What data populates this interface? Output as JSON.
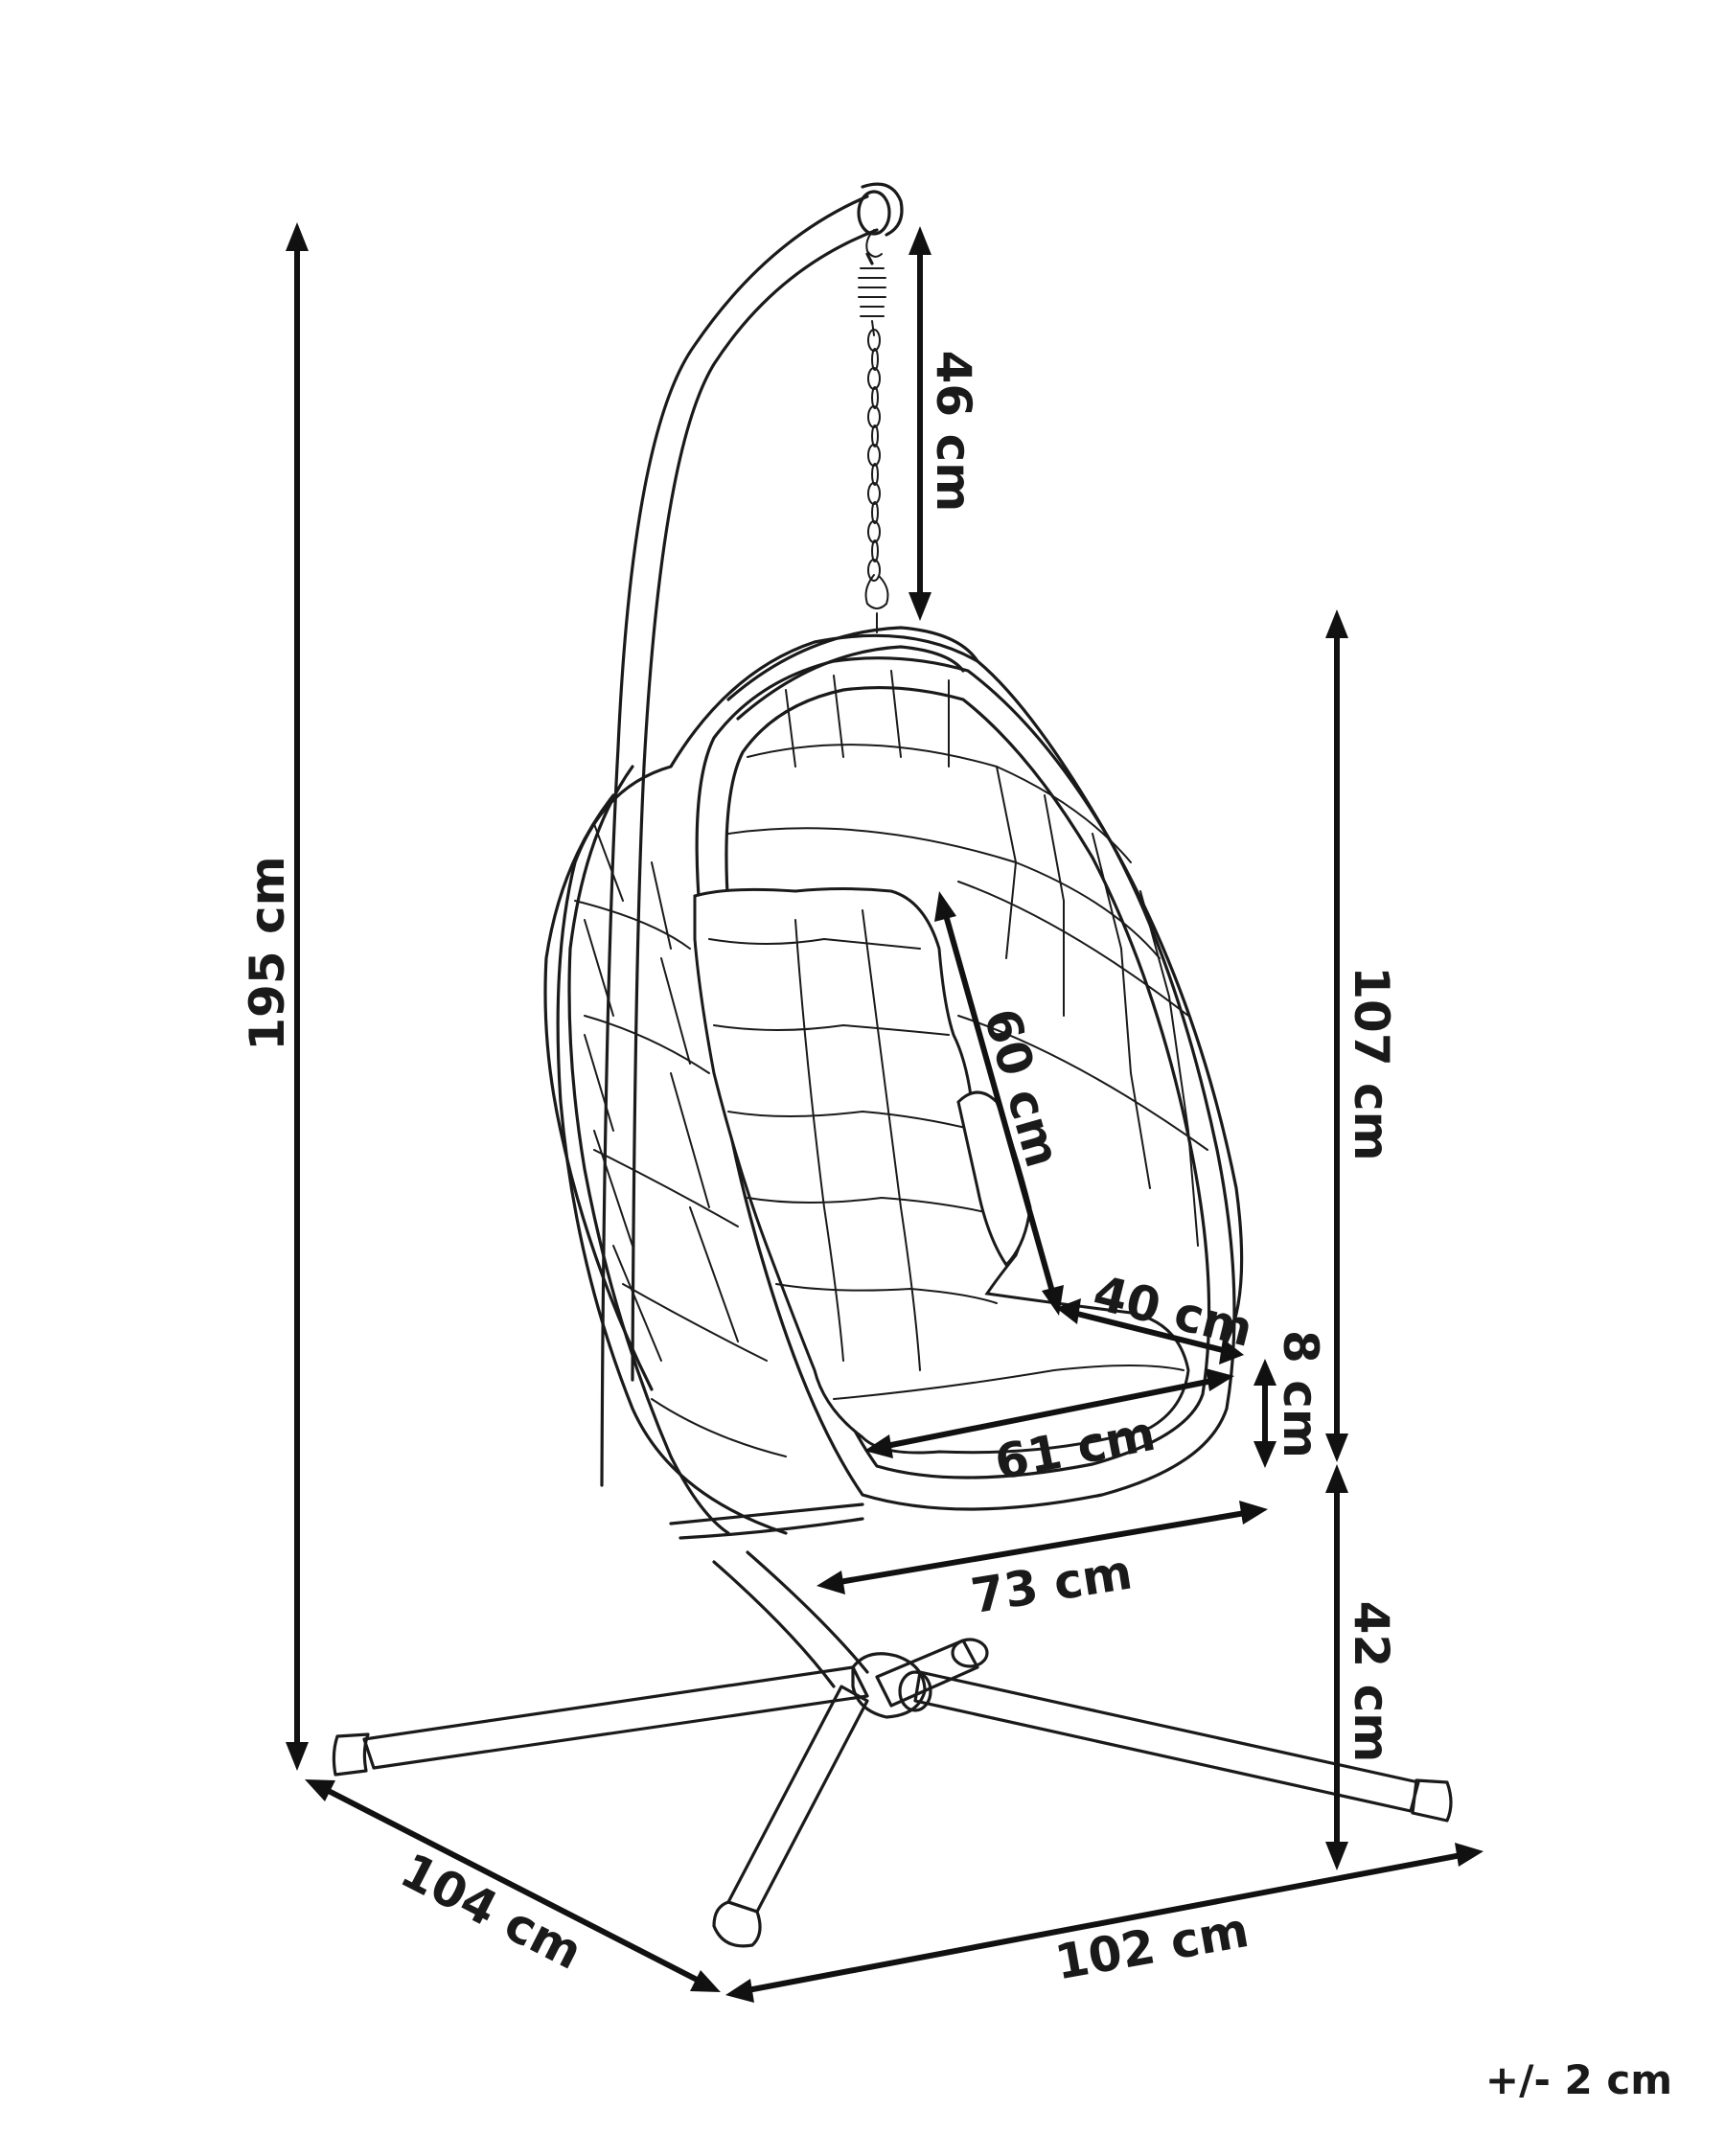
{
  "dimensions": {
    "total_height": "195 cm",
    "chain": "46 cm",
    "chair_height": "107 cm",
    "back_height": "60 cm",
    "seat_depth": "40 cm",
    "cushion_thickness": "8 cm",
    "inner_width": "61 cm",
    "outer_width": "73 cm",
    "seat_height": "42 cm",
    "base_depth": "104 cm",
    "base_width": "102 cm"
  },
  "tolerance": "+/- 2 cm"
}
